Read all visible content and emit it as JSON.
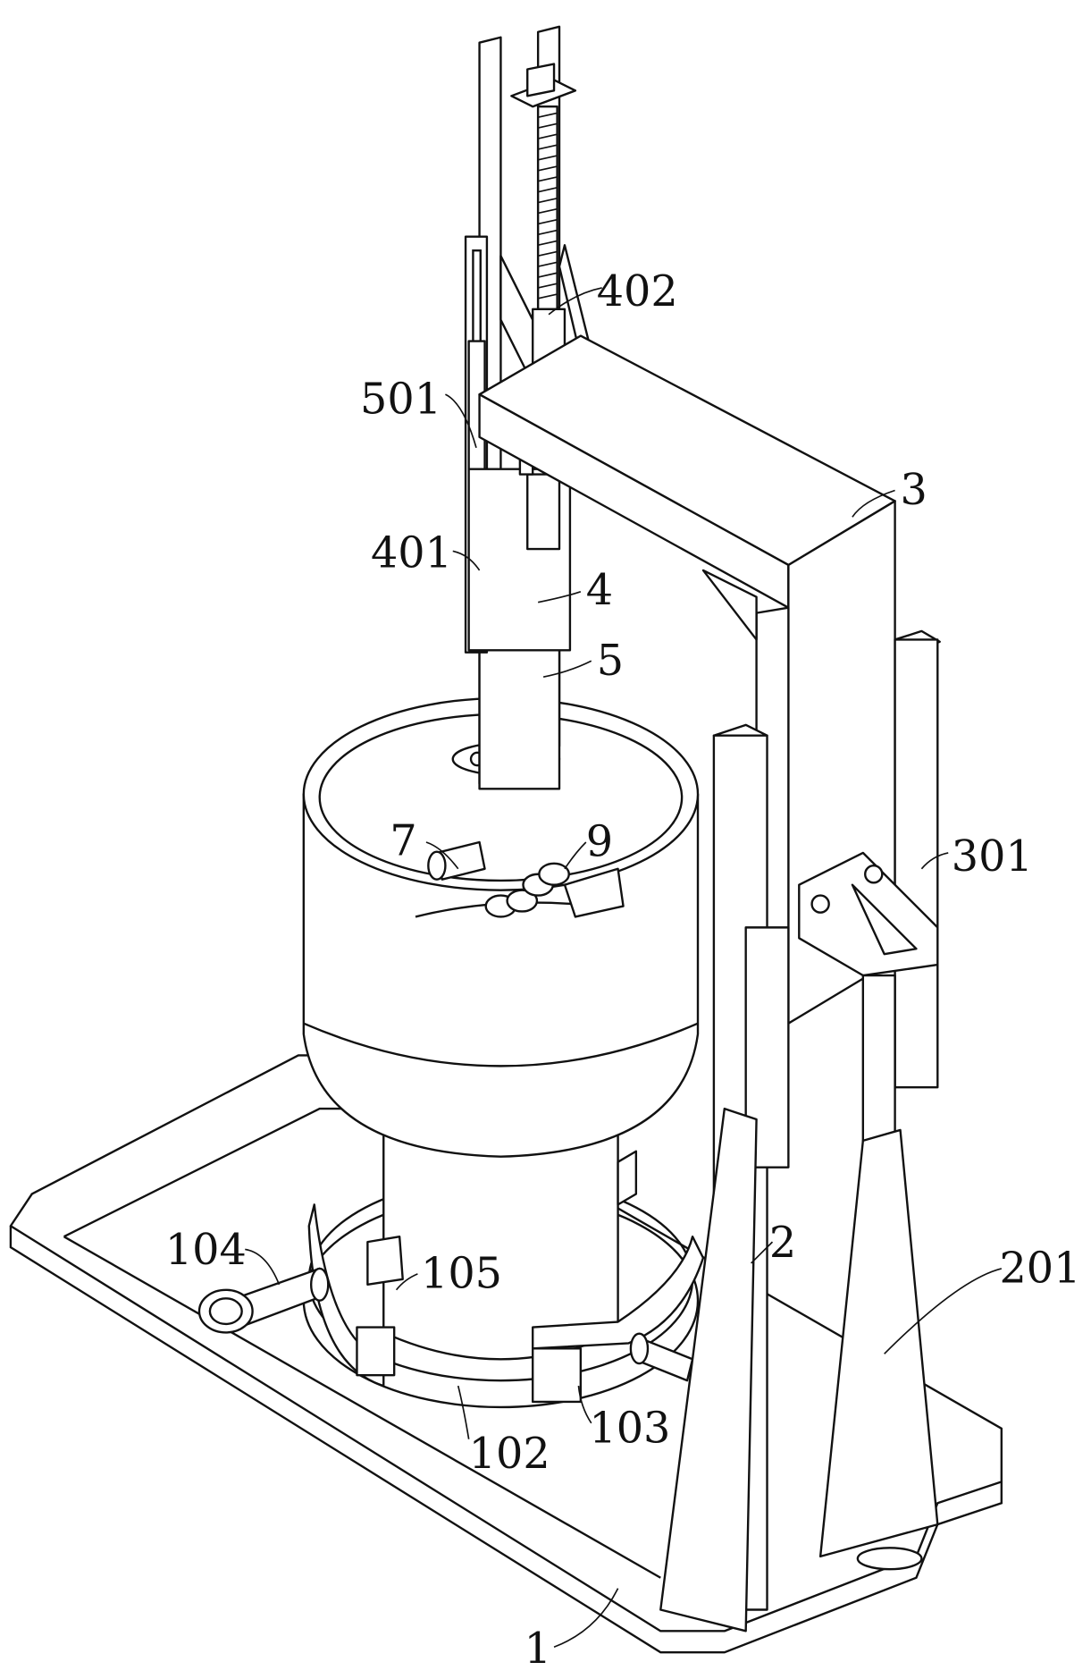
{
  "figure": {
    "labels": {
      "l402": "402",
      "l501": "501",
      "l3": "3",
      "l401": "401",
      "l4": "4",
      "l5": "5",
      "l301": "301",
      "l7": "7",
      "l9": "9",
      "l104": "104",
      "l105": "105",
      "l2": "2",
      "l201": "201",
      "l102": "102",
      "l103": "103",
      "l1": "1"
    }
  }
}
